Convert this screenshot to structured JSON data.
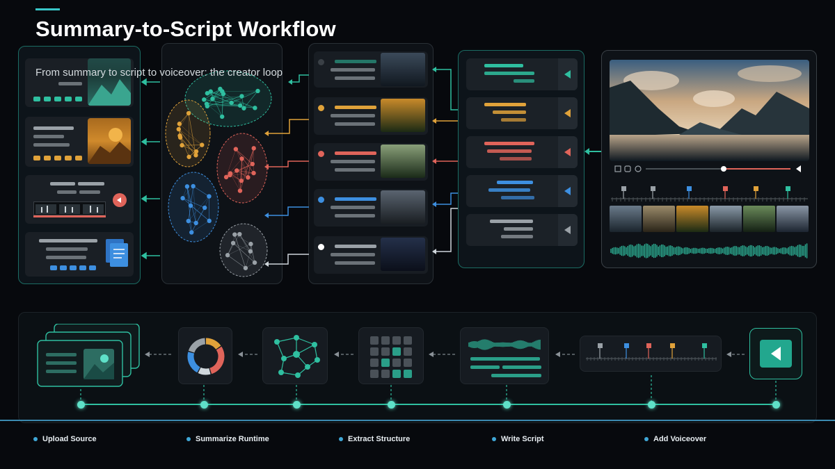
{
  "header": {
    "title": "Summary-to-Script Workflow",
    "subtitle": "From summary to script to voiceover: the creator loop"
  },
  "colors": {
    "teal": "#2fbfa0",
    "orange": "#e0a23a",
    "red": "#e0645a",
    "blue": "#3d8fe0",
    "gray": "#9aa1a7",
    "accent_line": "#38c6c9"
  },
  "top_flow": {
    "cluster_colors": [
      "teal",
      "orange",
      "red",
      "blue",
      "gray"
    ],
    "scene_thumbnails": [
      "night-lake",
      "forest-sunset-road",
      "forest-road",
      "storm-lightning",
      "starry-mountains"
    ],
    "preview_player": "mountain-lake-preview"
  },
  "pipeline": {
    "stages": [
      {
        "icon": "image-stack-icon"
      },
      {
        "icon": "donut-chart-icon"
      },
      {
        "icon": "network-graph-icon"
      },
      {
        "icon": "grid-icon"
      },
      {
        "icon": "waveform-script-icon"
      },
      {
        "icon": "timeline-markers-icon"
      },
      {
        "icon": "play-button-icon"
      }
    ]
  },
  "steps": [
    {
      "label": "Upload Source"
    },
    {
      "label": "Summarize Runtime"
    },
    {
      "label": "Extract Structure"
    },
    {
      "label": "Write Script"
    },
    {
      "label": "Add Voiceover"
    }
  ]
}
